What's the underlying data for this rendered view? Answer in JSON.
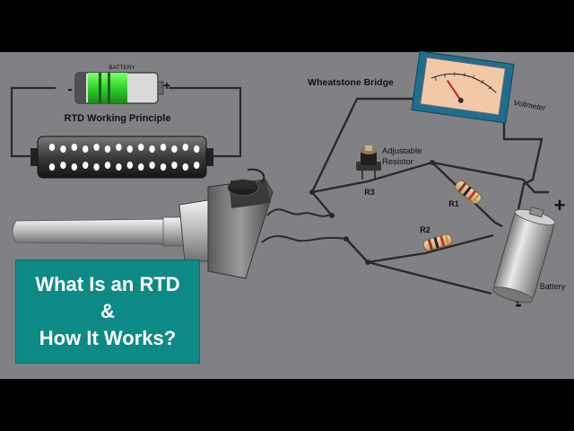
{
  "colors": {
    "background": "#808184",
    "letterbox": "#000000",
    "wire": "#2a2a2a",
    "title_box": "#0e8a86",
    "title_text": "#ffffff",
    "battery_green": "#3fe03a",
    "meter_face": "#f2c9a8",
    "meter_frame": "#1f6e8f",
    "needle": "#d01a1a"
  },
  "icons": [
    "battery-icon",
    "probe-icon",
    "voltmeter-icon",
    "resistor-icon",
    "potentiometer-icon",
    "cylinder-battery-icon"
  ],
  "labels": {
    "small_battery": "BATTERY",
    "small_minus": "-",
    "small_plus": "+",
    "rtd_working_principle": "RTD Working Principle",
    "wheatstone_bridge": "Wheatstone  Bridge",
    "voltmeter": "Voltmeter",
    "adjustable_line1": "Adjustable",
    "adjustable_line2": "Resistor",
    "r1": "R1",
    "r2": "R2",
    "r3": "R3",
    "battery": "Battery",
    "plus": "+",
    "minus": "-"
  },
  "title": {
    "line1": "What Is an RTD",
    "line2": "&",
    "line3": "How It Works?"
  }
}
